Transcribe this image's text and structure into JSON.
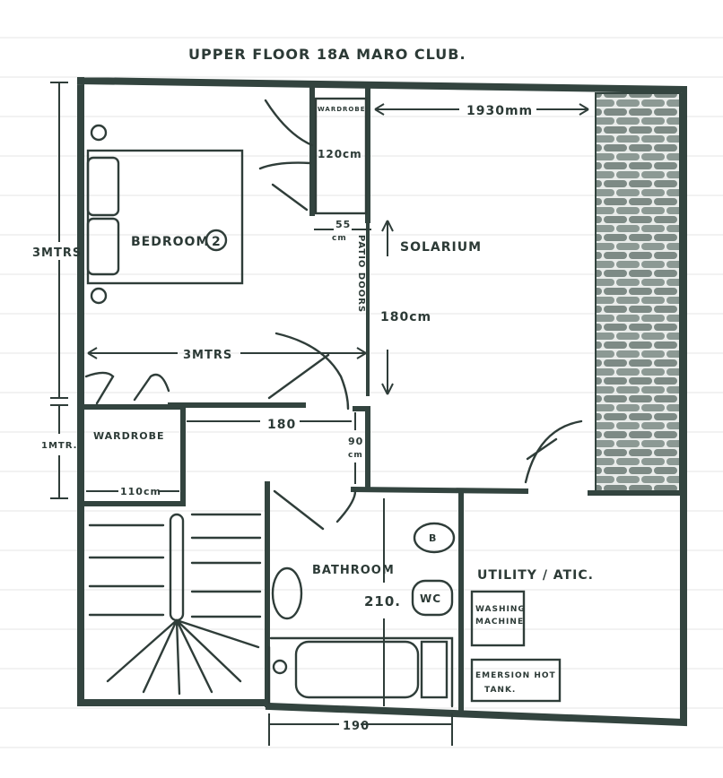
{
  "title": "UPPER FLOOR 18A MARO CLUB.",
  "rooms": {
    "bedroom": "BEDROOM",
    "bedroom_number": "2",
    "solarium": "SOLARIUM",
    "wardrobe_upper": "WARDROBE",
    "wardrobe_lower": "WARDROBE",
    "bathroom": "BATHROOM",
    "utility": "UTILITY / ATIC.",
    "washing_machine_line1": "WASHING",
    "washing_machine_line2": "MACHINE",
    "tank_line1": "EMERSION HOT",
    "tank_line2": "TANK.",
    "wc": "WC",
    "basin": "B"
  },
  "dimensions": {
    "solarium_width": "1930mm",
    "wardrobe_depth": "120cm",
    "passage_width_value": "55",
    "passage_width_unit": "cm",
    "patio_doors": "PATIO DOORS",
    "solarium_depth": "180cm",
    "bedroom_height": "3MTRS",
    "bedroom_width": "3MTRS",
    "landing_width": "180",
    "landing_depth_value": "90",
    "landing_depth_unit": "cm",
    "wardrobe_height": "1MTR.",
    "wardrobe_width": "110cm",
    "bathroom_depth": "210.",
    "bathroom_width": "190"
  },
  "colors": {
    "ink": "#33443f",
    "paper": "#ffffff",
    "brick_fill": "#7d8a85"
  }
}
